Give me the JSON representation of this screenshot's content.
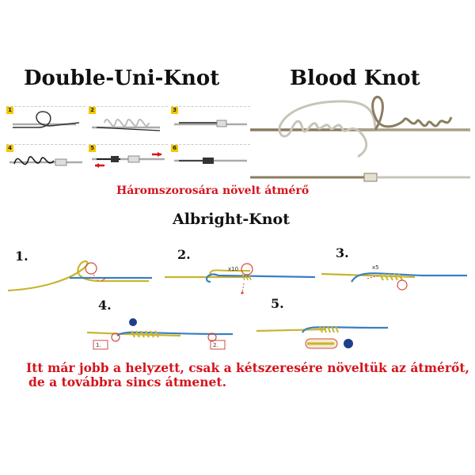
{
  "titles": {
    "double_uni_knot": "Double-Uni-Knot",
    "blood_knot": "Blood Knot",
    "albright_knot": "Albright-Knot"
  },
  "uni_steps": [
    "1",
    "2",
    "3",
    "4",
    "5",
    "6"
  ],
  "captions": {
    "tripled_diameter": "Háromszorosára növelt átmérő",
    "albright_note_line1": "Itt már jobb a helyzett, csak a kétszeresére növeltük az átmérőt,",
    "albright_note_line2": "de a továbbra sincs átmenet."
  },
  "albright_steps": [
    "1.",
    "2.",
    "3.",
    "4.",
    "5."
  ],
  "annotations": {
    "wraps_10": "x10",
    "wraps_5": "x5",
    "pull_1": "1.",
    "pull_2": "2."
  },
  "colors": {
    "title_text": "#111111",
    "caption_red": "#d4141c",
    "line_yellow": "#c9b52e",
    "line_blue": "#3a7fc1",
    "blood_line": "#8a7d60",
    "step_badge": "#f2c800",
    "marker_red": "#d24c3c"
  }
}
